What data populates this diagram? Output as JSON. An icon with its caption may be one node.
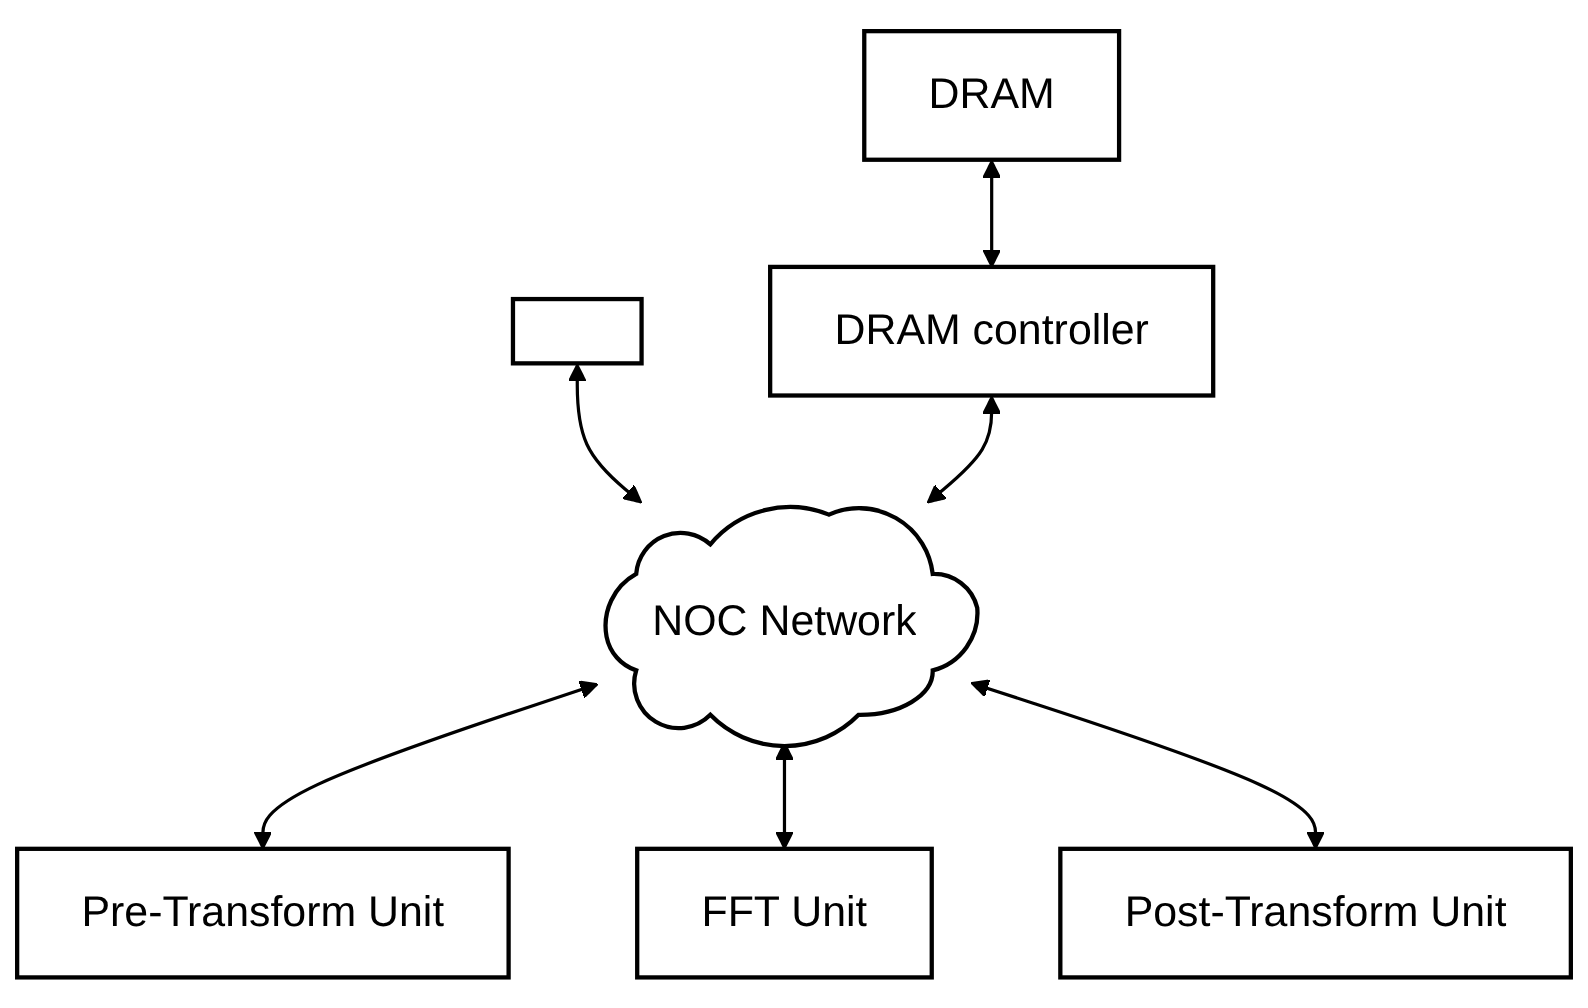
{
  "diagram": {
    "nodes": [
      {
        "text": [
          "DRAM"
        ]
      },
      {
        "text": [],
        "shape": "box"
      },
      {
        "text": [
          "DRAM controller"
        ]
      },
      {
        "text": [
          "NOC Network"
        ]
      },
      {
        "text": [
          "Pre-Transform Unit"
        ]
      },
      {
        "text": [
          "FFT Unit"
        ]
      },
      {
        "text": [
          "Post-Transform Unit"
        ]
      }
    ],
    "edges": [
      {
        "from": 0,
        "to": 2,
        "arrow": "both"
      },
      {
        "from": 1,
        "to": 3,
        "arrow": "both"
      },
      {
        "from": 2,
        "to": 3,
        "arrow": "both"
      },
      {
        "from": 3,
        "to": 4,
        "arrow": "both"
      },
      {
        "from": 3,
        "to": 5,
        "arrow": "both"
      },
      {
        "from": 3,
        "to": 6,
        "arrow": "both"
      }
    ]
  }
}
